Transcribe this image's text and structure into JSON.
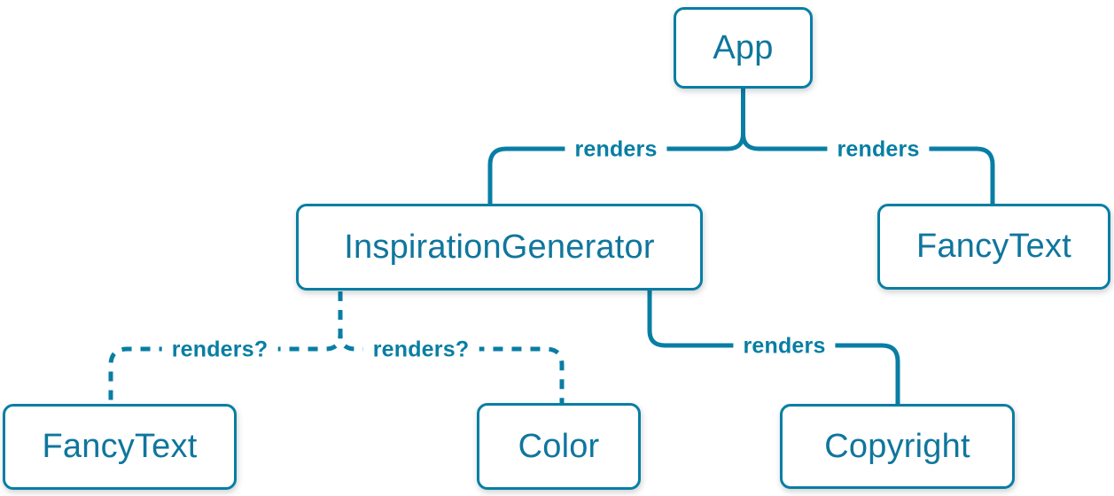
{
  "colors": {
    "accent": "#087ea4",
    "node_text": "#0f769d",
    "background": "#ffffff"
  },
  "nodes": {
    "app": {
      "label": "App"
    },
    "inspiration_generator": {
      "label": "InspirationGenerator"
    },
    "fancy_text_top": {
      "label": "FancyText"
    },
    "fancy_text_bottom": {
      "label": "FancyText"
    },
    "color": {
      "label": "Color"
    },
    "copyright": {
      "label": "Copyright"
    }
  },
  "edges": {
    "app_to_inspiration_generator": {
      "label": "renders",
      "style": "solid"
    },
    "app_to_fancy_text": {
      "label": "renders",
      "style": "solid"
    },
    "inspiration_generator_to_copyright": {
      "label": "renders",
      "style": "solid"
    },
    "inspiration_generator_to_fancy_text": {
      "label": "renders?",
      "style": "dashed"
    },
    "inspiration_generator_to_color": {
      "label": "renders?",
      "style": "dashed"
    }
  }
}
